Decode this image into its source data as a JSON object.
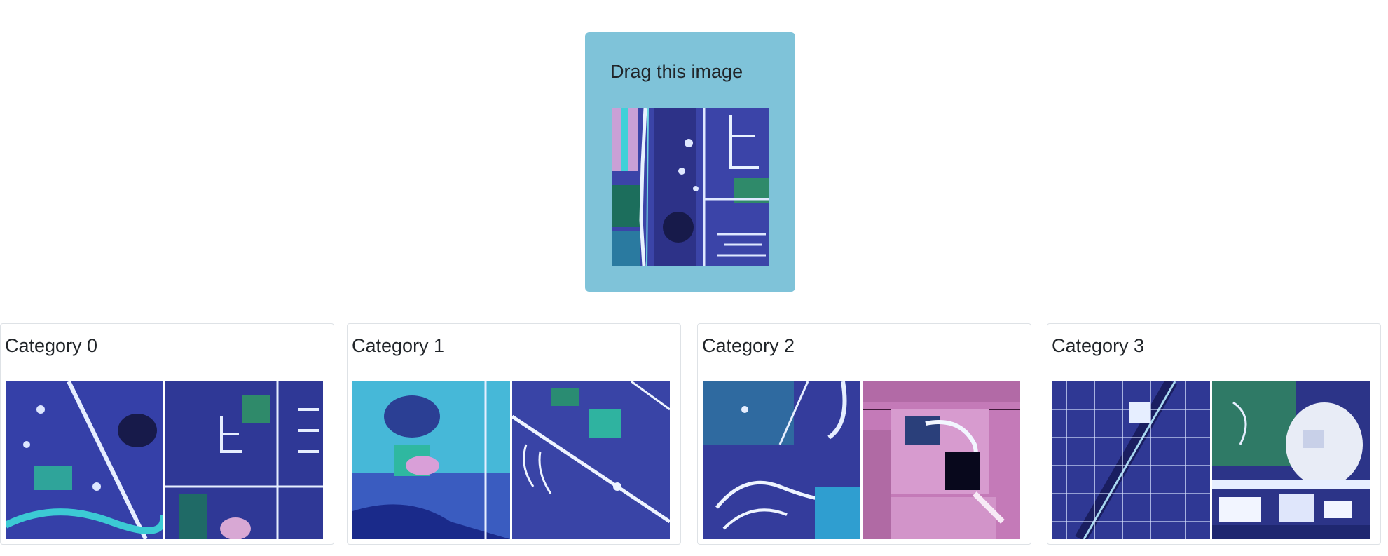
{
  "drag_card": {
    "title": "Drag this image",
    "thumbnail_icon": "satellite-image-icon"
  },
  "categories": [
    {
      "title": "Category 0"
    },
    {
      "title": "Category 1"
    },
    {
      "title": "Category 2"
    },
    {
      "title": "Category 3"
    }
  ],
  "colors": {
    "drag_card_bg": "#7fc3d9",
    "panel_border": "#dee2e6",
    "text": "#212529"
  }
}
